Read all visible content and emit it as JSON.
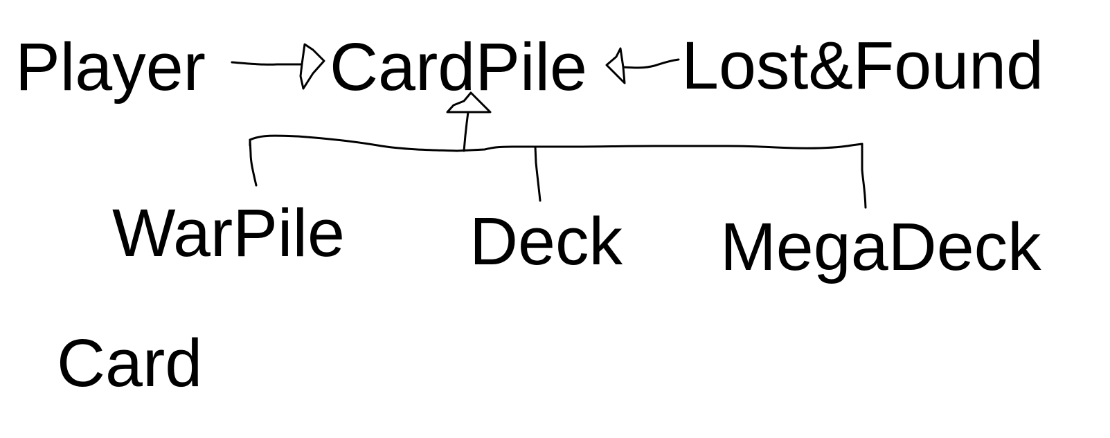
{
  "diagram": {
    "nodes": {
      "player": "Player",
      "cardpile": "CardPile",
      "lostfound": "Lost&Found",
      "warpile": "WarPile",
      "deck": "Deck",
      "megadeck": "MegaDeck",
      "card": "Card"
    },
    "edges": [
      {
        "from": "Player",
        "to": "CardPile",
        "kind": "inheritance"
      },
      {
        "from": "Lost&Found",
        "to": "CardPile",
        "kind": "inheritance"
      },
      {
        "from": "WarPile",
        "to": "CardPile",
        "kind": "inheritance"
      },
      {
        "from": "Deck",
        "to": "CardPile",
        "kind": "inheritance"
      },
      {
        "from": "MegaDeck",
        "to": "CardPile",
        "kind": "inheritance"
      }
    ],
    "stroke_color": "#000000",
    "background_color": "#ffffff"
  }
}
